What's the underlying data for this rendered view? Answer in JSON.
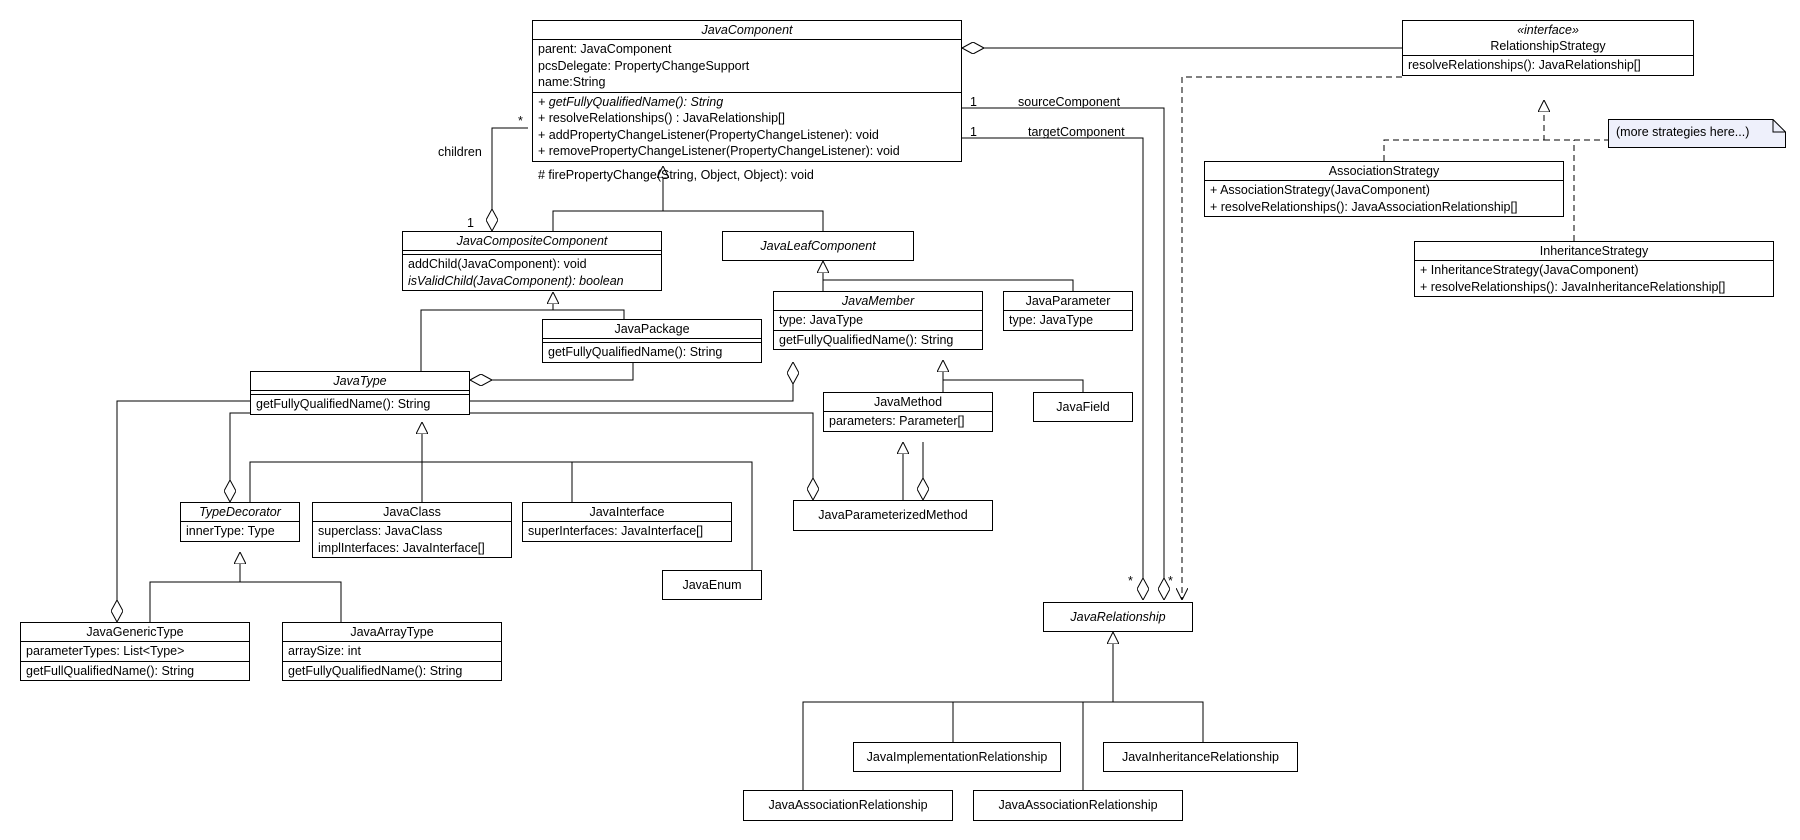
{
  "classes": {
    "java_component": {
      "name": "JavaComponent",
      "attributes": [
        "parent: JavaComponent",
        "pcsDelegate: PropertyChangeSupport",
        "name:String"
      ],
      "operations": [
        "+ getFullyQualifiedName(): String",
        "+ resolveRelationships() : JavaRelationship[]",
        "+ addPropertyChangeListener(PropertyChangeListener): void",
        "+ removePropertyChangeListener(PropertyChangeListener): void"
      ],
      "overflow_operation": "# firePropertyChange(String, Object, Object): void"
    },
    "relationship_strategy": {
      "stereotype": "«interface»",
      "name": "RelationshipStrategy",
      "operations": [
        "resolveRelationships(): JavaRelationship[]"
      ]
    },
    "association_strategy": {
      "name": "AssociationStrategy",
      "operations": [
        "+ AssociationStrategy(JavaComponent)",
        "+ resolveRelationships(): JavaAssociationRelationship[]"
      ]
    },
    "inheritance_strategy": {
      "name": "InheritanceStrategy",
      "operations": [
        "+ InheritanceStrategy(JavaComponent)",
        "+ resolveRelationships(): JavaInheritanceRelationship[]"
      ]
    },
    "java_composite_component": {
      "name": "JavaCompositeComponent",
      "operations": [
        "addChild(JavaComponent): void",
        "isValidChild(JavaComponent): boolean"
      ]
    },
    "java_leaf_component": {
      "name": "JavaLeafComponent"
    },
    "java_member": {
      "name": "JavaMember",
      "attributes": [
        "type: JavaType"
      ],
      "operations": [
        "getFullyQualifiedName(): String"
      ]
    },
    "java_parameter": {
      "name": "JavaParameter",
      "attributes": [
        "type: JavaType"
      ]
    },
    "java_package": {
      "name": "JavaPackage",
      "operations": [
        "getFullyQualifiedName(): String"
      ]
    },
    "java_type": {
      "name": "JavaType",
      "operations": [
        "getFullyQualifiedName(): String"
      ]
    },
    "java_method": {
      "name": "JavaMethod",
      "attributes": [
        "parameters: Parameter[]"
      ]
    },
    "java_field": {
      "name": "JavaField"
    },
    "type_decorator": {
      "name": "TypeDecorator",
      "attributes": [
        "innerType: Type"
      ]
    },
    "java_class": {
      "name": "JavaClass",
      "attributes": [
        "superclass: JavaClass",
        "implInterfaces: JavaInterface[]"
      ]
    },
    "java_interface": {
      "name": "JavaInterface",
      "attributes": [
        "superInterfaces: JavaInterface[]"
      ]
    },
    "java_enum": {
      "name": "JavaEnum"
    },
    "java_parameterized_method": {
      "name": "JavaParameterizedMethod"
    },
    "java_generic_type": {
      "name": "JavaGenericType",
      "attributes": [
        "parameterTypes: List<Type>"
      ],
      "operations": [
        "getFullQualifiedName(): String"
      ]
    },
    "java_array_type": {
      "name": "JavaArrayType",
      "attributes": [
        "arraySize: int"
      ],
      "operations": [
        "getFullyQualifiedName(): String"
      ]
    },
    "java_relationship": {
      "name": "JavaRelationship"
    },
    "java_implementation_relationship": {
      "name": "JavaImplementationRelationship"
    },
    "java_inheritance_relationship": {
      "name": "JavaInheritanceRelationship"
    },
    "java_association_relationship_1": {
      "name": "JavaAssociationRelationship"
    },
    "java_association_relationship_2": {
      "name": "JavaAssociationRelationship"
    }
  },
  "labels": {
    "children": "children",
    "children_many": "*",
    "children_one": "1",
    "source_component": "sourceComponent",
    "source_one": "1",
    "target_component": "targetComponent",
    "target_one": "1",
    "rel_many_a": "*",
    "rel_many_b": "*"
  },
  "note": {
    "text": "(more strategies here...)",
    "fill": "#eef0fb"
  }
}
